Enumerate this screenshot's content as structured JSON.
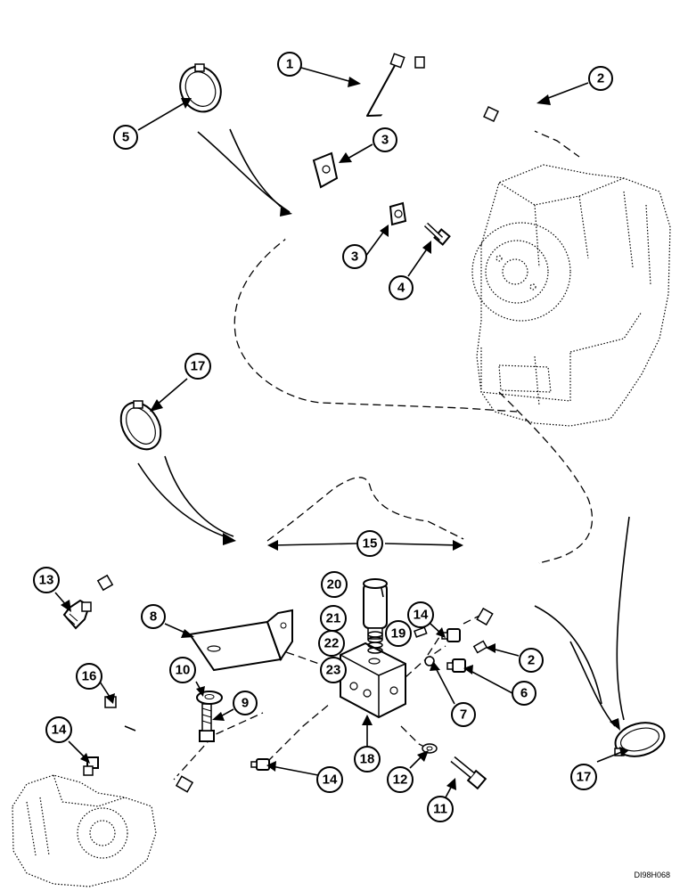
{
  "callouts": [
    {
      "id": "c1",
      "label": "1"
    },
    {
      "id": "c2a",
      "label": "2"
    },
    {
      "id": "c3a",
      "label": "3"
    },
    {
      "id": "c3b",
      "label": "3"
    },
    {
      "id": "c4",
      "label": "4"
    },
    {
      "id": "c5",
      "label": "5"
    },
    {
      "id": "c17a",
      "label": "17"
    },
    {
      "id": "c15",
      "label": "15"
    },
    {
      "id": "c13",
      "label": "13"
    },
    {
      "id": "c20",
      "label": "20"
    },
    {
      "id": "c8",
      "label": "8"
    },
    {
      "id": "c21",
      "label": "21"
    },
    {
      "id": "c22",
      "label": "22"
    },
    {
      "id": "c23",
      "label": "23"
    },
    {
      "id": "c14a",
      "label": "14"
    },
    {
      "id": "c19",
      "label": "19"
    },
    {
      "id": "c2b",
      "label": "2"
    },
    {
      "id": "c6",
      "label": "6"
    },
    {
      "id": "c7",
      "label": "7"
    },
    {
      "id": "c10",
      "label": "10"
    },
    {
      "id": "c16",
      "label": "16"
    },
    {
      "id": "c9",
      "label": "9"
    },
    {
      "id": "c14b",
      "label": "14"
    },
    {
      "id": "c18",
      "label": "18"
    },
    {
      "id": "c12",
      "label": "12"
    },
    {
      "id": "c11",
      "label": "11"
    },
    {
      "id": "c14c",
      "label": "14"
    },
    {
      "id": "c17b",
      "label": "17"
    }
  ],
  "figure_code": "DI98H068"
}
